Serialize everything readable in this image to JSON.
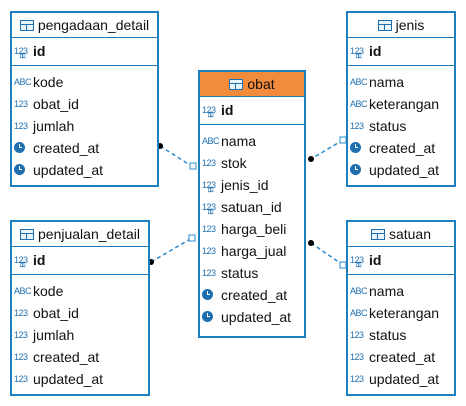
{
  "tables": {
    "pengadaan_detail": {
      "name": "pengadaan_detail",
      "pk": "id",
      "columns": [
        {
          "type": "ABC",
          "name": "kode"
        },
        {
          "type": "123",
          "name": "obat_id"
        },
        {
          "type": "123",
          "name": "jumlah"
        },
        {
          "type": "time",
          "name": "created_at"
        },
        {
          "type": "time",
          "name": "updated_at"
        }
      ]
    },
    "jenis": {
      "name": "jenis",
      "pk": "id",
      "columns": [
        {
          "type": "ABC",
          "name": "nama"
        },
        {
          "type": "ABC",
          "name": "keterangan"
        },
        {
          "type": "123",
          "name": "status"
        },
        {
          "type": "time",
          "name": "created_at"
        },
        {
          "type": "time",
          "name": "updated_at"
        }
      ]
    },
    "obat": {
      "name": "obat",
      "pk": "id",
      "columns": [
        {
          "type": "ABC",
          "name": "nama"
        },
        {
          "type": "123",
          "name": "stok"
        },
        {
          "type": "123",
          "name": "jenis_id"
        },
        {
          "type": "123",
          "name": "satuan_id"
        },
        {
          "type": "123",
          "name": "harga_beli"
        },
        {
          "type": "123",
          "name": "harga_jual"
        },
        {
          "type": "123",
          "name": "status"
        },
        {
          "type": "time",
          "name": "created_at"
        },
        {
          "type": "time",
          "name": "updated_at"
        }
      ]
    },
    "penjualan_detail": {
      "name": "penjualan_detail",
      "pk": "id",
      "columns": [
        {
          "type": "ABC",
          "name": "kode"
        },
        {
          "type": "123",
          "name": "obat_id"
        },
        {
          "type": "123",
          "name": "jumlah"
        },
        {
          "type": "123",
          "name": "created_at"
        },
        {
          "type": "123",
          "name": "updated_at"
        }
      ]
    },
    "satuan": {
      "name": "satuan",
      "pk": "id",
      "columns": [
        {
          "type": "ABC",
          "name": "nama"
        },
        {
          "type": "ABC",
          "name": "keterangan"
        },
        {
          "type": "123",
          "name": "status"
        },
        {
          "type": "123",
          "name": "created_at"
        },
        {
          "type": "123",
          "name": "updated_at"
        }
      ]
    }
  },
  "colors": {
    "border": "#1e7fc0",
    "main_header": "#f28b3c",
    "icon": "#1e6fb0"
  }
}
